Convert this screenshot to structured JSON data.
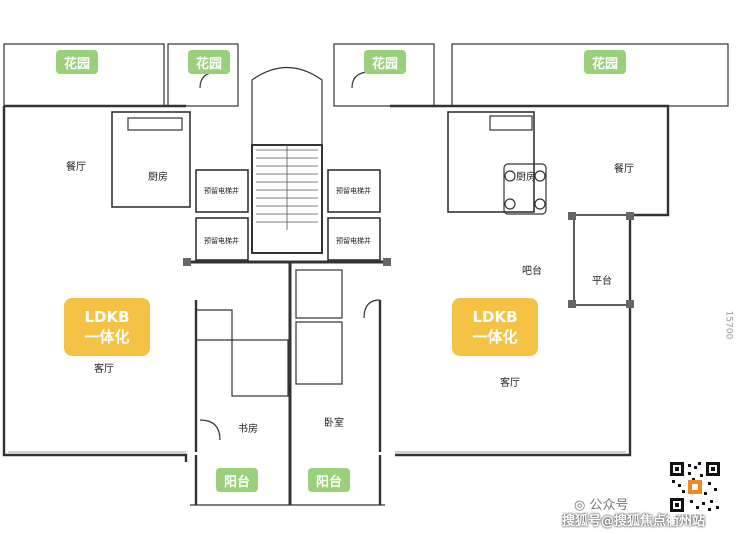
{
  "garden_labels": [
    "花园",
    "花园",
    "花园",
    "花园"
  ],
  "balcony_labels": [
    "阳台",
    "阳台"
  ],
  "ldkb": {
    "line1": "LDKB",
    "line2": "一体化"
  },
  "rooms": {
    "dining": "餐厅",
    "kitchen": "厨房",
    "living": "客厅",
    "study": "书房",
    "bedroom": "卧室",
    "bar": "吧台",
    "platform": "平台",
    "elevator_reserved": "预留电梯井"
  },
  "dimension_text": "15700",
  "watermark": {
    "wechat": "公众号",
    "sohu": "搜狐号@搜狐焦点衢州站"
  },
  "colors": {
    "garden": "#98d17a",
    "ldkb": "#f4c346",
    "wall": "#444444"
  }
}
